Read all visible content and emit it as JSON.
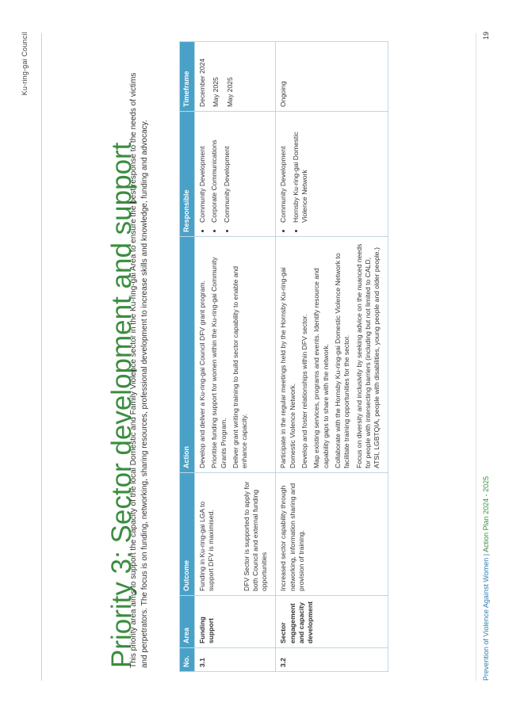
{
  "header": {
    "council": "Ku-ring-gai Council"
  },
  "title": "Priority 3: Sector development and support",
  "intro": "This priority area aims to support the capacity of the local Domestic and Family Violence sector in the Ku-ring-gai Area to ensure the best response to the needs of victims and perpetrators. The focus is on funding, networking, sharing resources, professional development to increase skills and knowledge, funding and advocacy.",
  "table": {
    "headers": [
      "No.",
      "Area",
      "Outcome",
      "Action",
      "Responsible",
      "Timeframe"
    ],
    "rows": [
      {
        "no": "3.1",
        "area": "Funding support",
        "outcomes": [
          "Funding in Ku-ring-gai LGA to support DFV is maximised.",
          "DFV Sector is supported to apply for both Council and external funding opportunities"
        ],
        "actions": [
          "Develop and deliver a Ku-ring-gai Council DFV grant program.",
          "Prioritise funding support for women within the Ku-ring-gai Community Grants Program.",
          "Deliver grant writing training to build sector capability to enable and enhance capacity."
        ],
        "responsible": [
          "Community Development",
          "Corporate Communications",
          "Community Development"
        ],
        "timeframe": [
          "December 2024",
          "May 2025",
          "May 2025"
        ]
      },
      {
        "no": "3.2",
        "area": "Sector engagement and capacity development",
        "outcomes": [
          "Increased sector capability through networking, information sharing and provision of training."
        ],
        "actions": [
          "Participate in the regular meetings held by the Hornsby Ku-ring-gai Domestic Violence Network.",
          "Develop and foster relationships within DFV sector.",
          "Map existing services, programs and events. Identify resource and capability gaps to share with the network.",
          "Collaborate with the Hornsby Ku-ring-gai Domestic Violence Network to facilitate training opportunities for the sector.",
          "Focus on diversity and inclusivity by seeking advice on the nuanced needs for people with intersecting barriers (including but not limited to CALD, ATSI, LGBTQIA, people with disabilities, young people and older people.)"
        ],
        "responsible": [
          "Community Development",
          "Hornsby Ku-ring-gai Domestic Violence Network"
        ],
        "timeframe": [
          "Ongoing"
        ]
      }
    ]
  },
  "footer": {
    "doc": "Prevention of Violence Against Women",
    "separator": " | ",
    "plan": "Action Plan 2024 - 2025",
    "page": "19"
  }
}
